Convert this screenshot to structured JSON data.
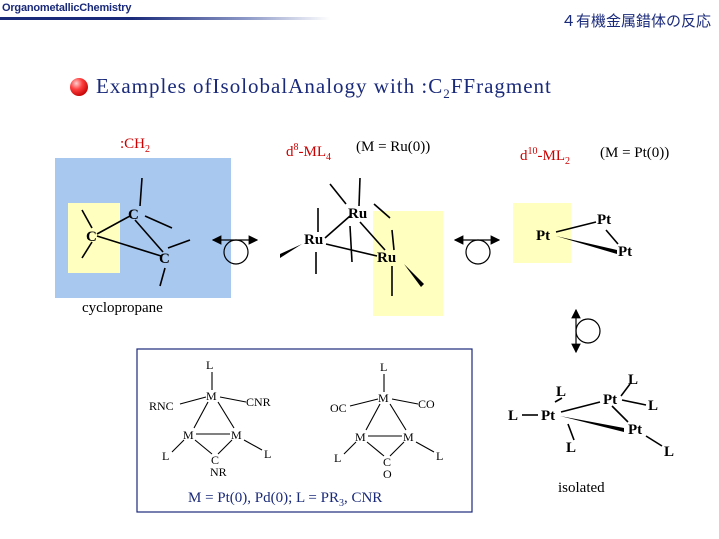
{
  "header": {
    "left_title": "OrganometallicChemistry",
    "right_title": "４有機金属錯体の反応"
  },
  "slide_title": {
    "main": "Examples ofIsolobalAnalogy with :C",
    "sub": "2",
    "suffix": "FFragment"
  },
  "labels": {
    "ch2": ":CH",
    "ch2_sub": "2",
    "d8": "d",
    "d8_sup": "8",
    "d8_rest": "-ML",
    "d8_sub": "4",
    "ru_def": "(M = Ru(0))",
    "d10": "d",
    "d10_sup": "10",
    "d10_rest": "-ML",
    "d10_sub": "2",
    "pt_def": "(M = Pt(0))",
    "cyclopropane": "cyclopropane",
    "isolated": "isolated",
    "box_caption": "M = Pt(0), Pd(0); L = PR",
    "box_caption_sub": "3",
    "box_caption_end": ", CNR"
  },
  "atoms": {
    "C": "C",
    "Ru": "Ru",
    "Pt": "Pt",
    "M": "M",
    "L": "L",
    "RNC": "RNC",
    "CNR": "CNR",
    "NR": "NR",
    "OC": "OC",
    "CO": "CO",
    "O": "O"
  },
  "colors": {
    "title": "#1a2a7a",
    "red_label": "#cc0000",
    "blue_box": "#a8c8f0",
    "yellow_box": "#ffffc0",
    "border": "#1a2a7a"
  }
}
